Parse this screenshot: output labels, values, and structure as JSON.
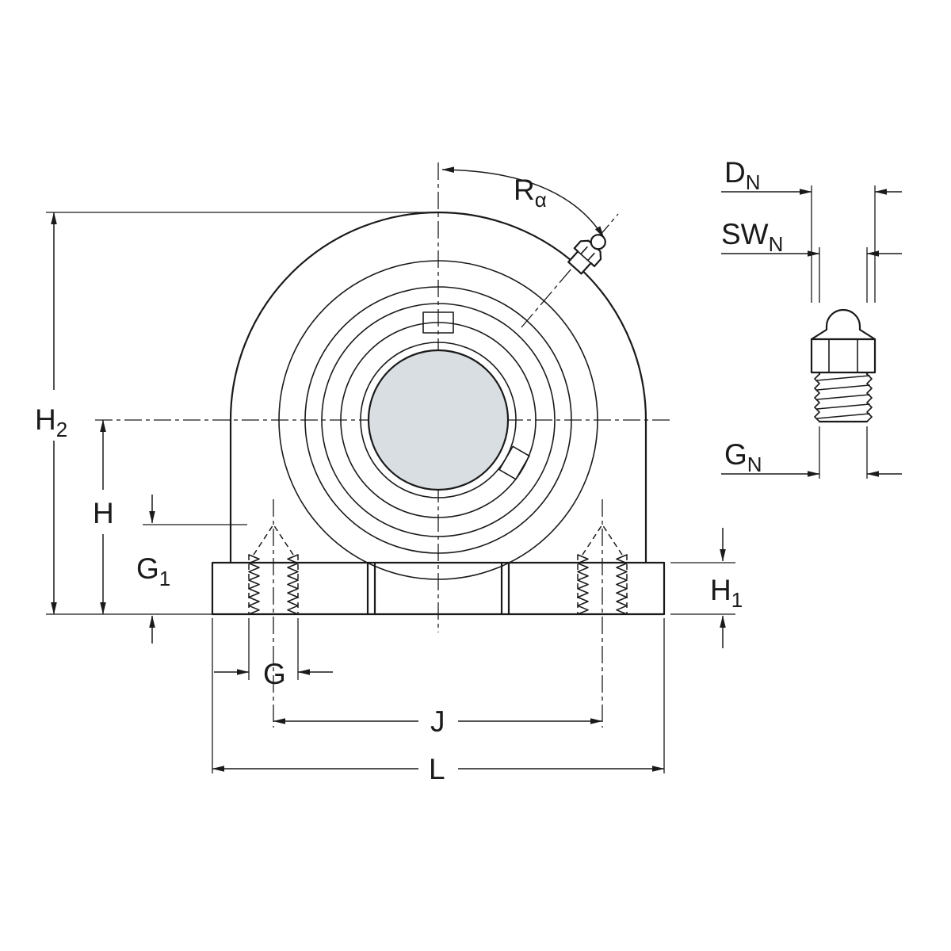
{
  "colors": {
    "line": "#1a1a1a",
    "shaft_fill": "#d9dee2",
    "background": "#ffffff"
  },
  "labels": {
    "h2": {
      "main": "H",
      "sub": "2"
    },
    "h": {
      "main": "H",
      "sub": ""
    },
    "g1": {
      "main": "G",
      "sub": "1"
    },
    "g": {
      "main": "G",
      "sub": ""
    },
    "j": {
      "main": "J",
      "sub": ""
    },
    "l": {
      "main": "L",
      "sub": ""
    },
    "h1": {
      "main": "H",
      "sub": "1"
    },
    "ra": {
      "main": "R",
      "sub": "α"
    },
    "dn": {
      "main": "D",
      "sub": "N"
    },
    "swn": {
      "main": "SW",
      "sub": "N"
    },
    "gn": {
      "main": "G",
      "sub": "N"
    }
  }
}
